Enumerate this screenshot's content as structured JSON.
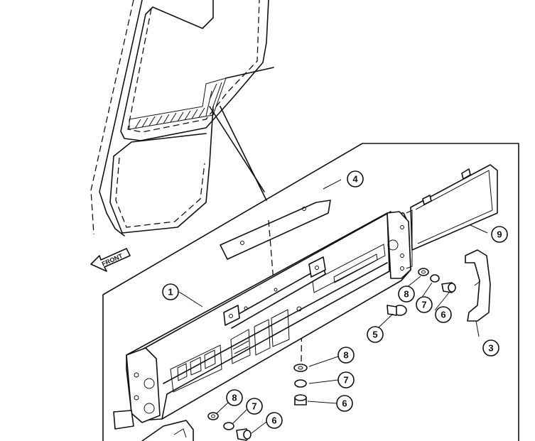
{
  "diagram": {
    "orientation_label": "FRONT",
    "callouts": [
      {
        "id": "callout-1",
        "label": "1"
      },
      {
        "id": "callout-3",
        "label": "3"
      },
      {
        "id": "callout-4",
        "label": "4"
      },
      {
        "id": "callout-5",
        "label": "5"
      },
      {
        "id": "callout-6a",
        "label": "6"
      },
      {
        "id": "callout-7a",
        "label": "7"
      },
      {
        "id": "callout-8a",
        "label": "8"
      },
      {
        "id": "callout-8b",
        "label": "8"
      },
      {
        "id": "callout-7b",
        "label": "7"
      },
      {
        "id": "callout-6b",
        "label": "6"
      },
      {
        "id": "callout-8c",
        "label": "8"
      },
      {
        "id": "callout-7c",
        "label": "7"
      },
      {
        "id": "callout-6c",
        "label": "6"
      },
      {
        "id": "callout-9",
        "label": "9"
      }
    ]
  }
}
